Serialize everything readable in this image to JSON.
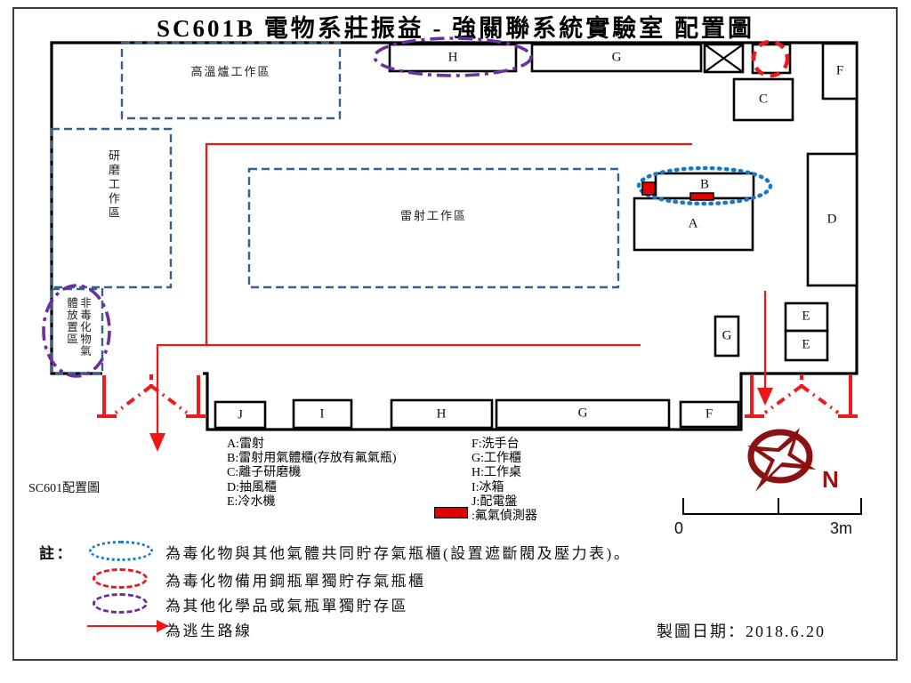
{
  "title": "SC601B 電物系莊振益 - 強關聯系統實驗室 配置圖",
  "plan": {
    "caption": "SC601配置圖",
    "zones": {
      "furnace": "高溫爐工作區",
      "grinding": "研磨工作區",
      "laser": "雷射工作區",
      "nontoxic": "非毒化物氣體放置區"
    },
    "labels": {
      "top_h": "H",
      "top_g": "G",
      "c": "C",
      "f_top": "F",
      "d": "D",
      "b": "B",
      "a": "A",
      "g_mid": "G",
      "e_top": "E",
      "e_bottom": "E",
      "j": "J",
      "i": "I",
      "h_bottom": "H",
      "g_bottom": "G",
      "f_bottom": "F"
    }
  },
  "legend": {
    "left": [
      "A:雷射",
      "B:雷射用氣體櫃(存放有氟氣瓶)",
      "C:離子研磨機",
      "D:抽風櫃",
      "E:冷水機"
    ],
    "right": [
      "F:洗手台",
      "G:工作櫃",
      "H:工作桌",
      "I:冰箱",
      "J:配電盤"
    ],
    "detector": ":氟氣偵測器"
  },
  "notes": {
    "prefix": "註：",
    "items": [
      "為毒化物與其他氣體共同貯存氣瓶櫃(設置遮斷閥及壓力表)。",
      "為毒化物備用鋼瓶單獨貯存氣瓶櫃",
      "為其他化學品或氣瓶單獨貯存區",
      "為逃生路線"
    ]
  },
  "scalebar": {
    "start": "0",
    "end": "3m"
  },
  "compass": {
    "label": "N"
  },
  "footer": {
    "date_label": "製圖日期：2018.6.20"
  },
  "colors": {
    "zone_dash_blue": "#38608f",
    "shared_cylinder_blue": "#1778c8",
    "toxic_backup_red": "#e8191f",
    "other_chemical_purple": "#6b2fa0",
    "escape_red": "#ef1616",
    "detector_red": "#e00000",
    "compass_maroon": "#8b1212"
  }
}
